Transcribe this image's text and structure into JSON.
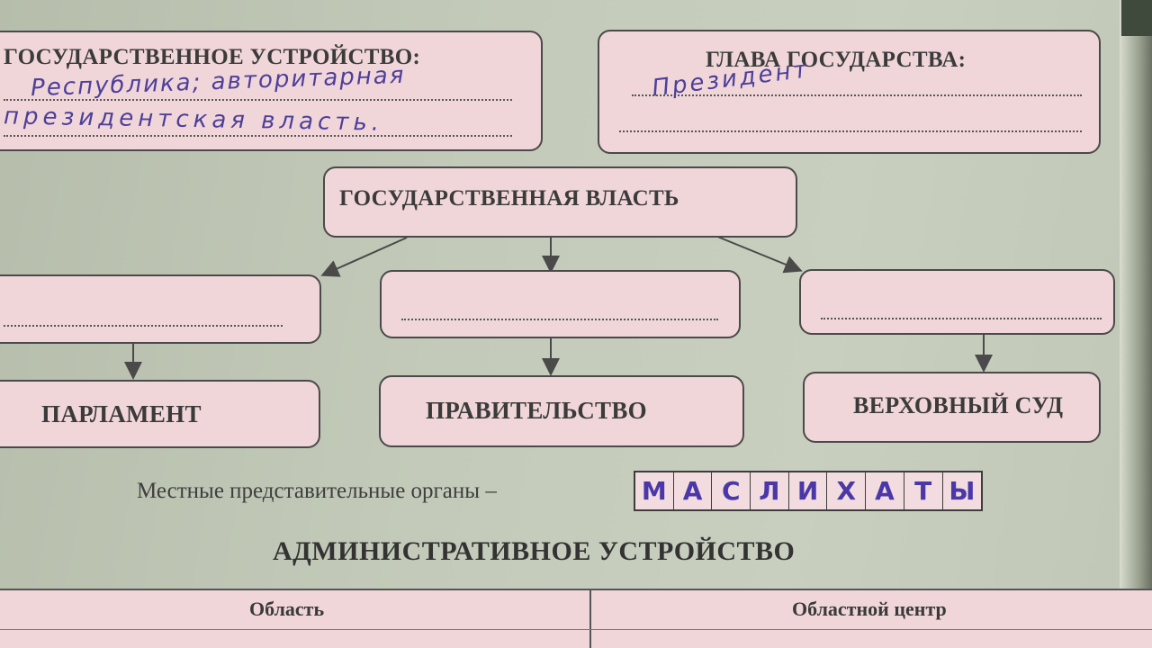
{
  "state_structure": {
    "title": "ГОСУДАРСТВЕННОЕ УСТРОЙСТВО:",
    "handwritten_line1": "Республика; авторитарная",
    "handwritten_line2": "президентская власть."
  },
  "head_of_state": {
    "title": "ГЛАВА ГОСУДАРСТВА:",
    "handwritten": "Президент"
  },
  "state_power": {
    "title": "ГОСУДАРСТВЕННАЯ ВЛАСТЬ"
  },
  "branches": [
    {
      "body": "ПАРЛАМЕНТ"
    },
    {
      "body": "ПРАВИТЕЛЬСТВО"
    },
    {
      "body": "ВЕРХОВНЫЙ СУД"
    }
  ],
  "local_bodies": {
    "caption": "Местные представительные органы –",
    "letters": [
      "М",
      "А",
      "С",
      "Л",
      "И",
      "Х",
      "А",
      "Т",
      "Ы"
    ]
  },
  "administrative": {
    "heading": "АДМИНИСТРАТИВНОЕ УСТРОЙСТВО",
    "columns": [
      "Область",
      "Областной центр"
    ]
  },
  "colors": {
    "box_fill": "#f1d6d9",
    "ink_handwriting": "#4d3f9a",
    "page_background": "#c3cab9"
  }
}
